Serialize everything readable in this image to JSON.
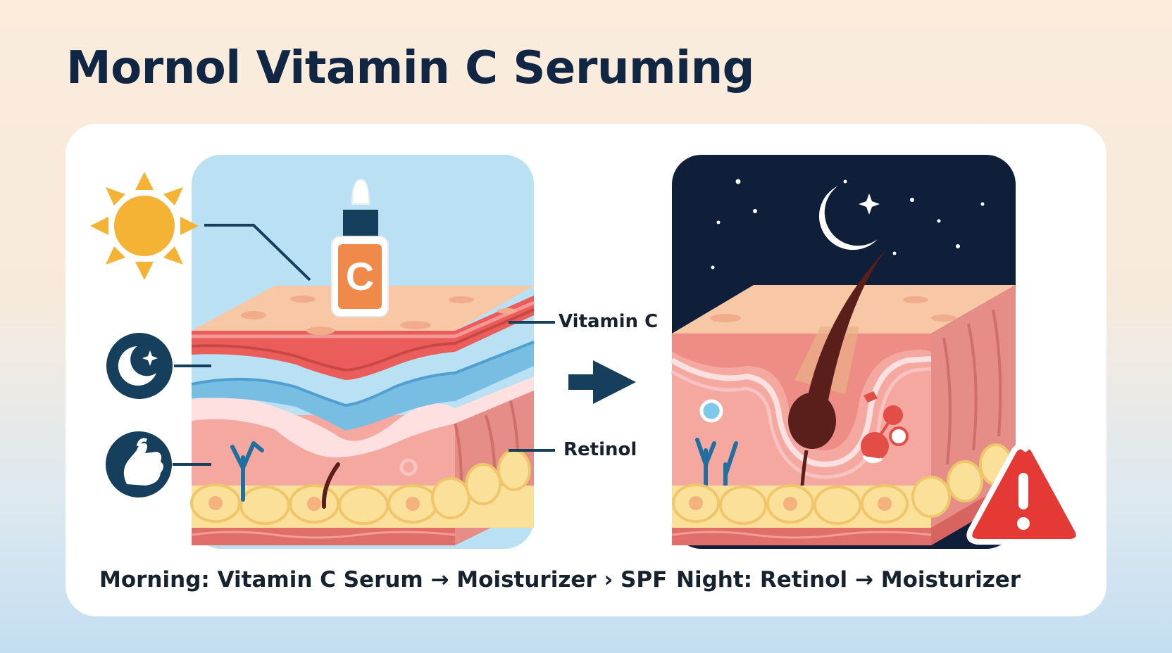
{
  "title": "Mornol Vitamin C Seruming",
  "bottle_letter": "C",
  "labels": {
    "vitamin_c": "Vitamin C",
    "retinol": "Retinol"
  },
  "captions": {
    "morning": "Morning: Vitamin C Serum → Moisturizer › SPF",
    "night": "Night: Retinol → Moisturizer"
  },
  "colors": {
    "navy": "#153f5c",
    "sun": "#f5b335",
    "sky": "#b9e1f3",
    "night_sky": "#0f1f3a",
    "warning": "#e53935",
    "skin_top": "#f7c7a6",
    "fat_cells": "#fbe09a"
  },
  "icons": [
    "sun-icon",
    "moon-icon",
    "hand-icon",
    "serum-bottle-icon",
    "arrow-right-icon",
    "crescent-moon-icon",
    "warning-icon"
  ]
}
